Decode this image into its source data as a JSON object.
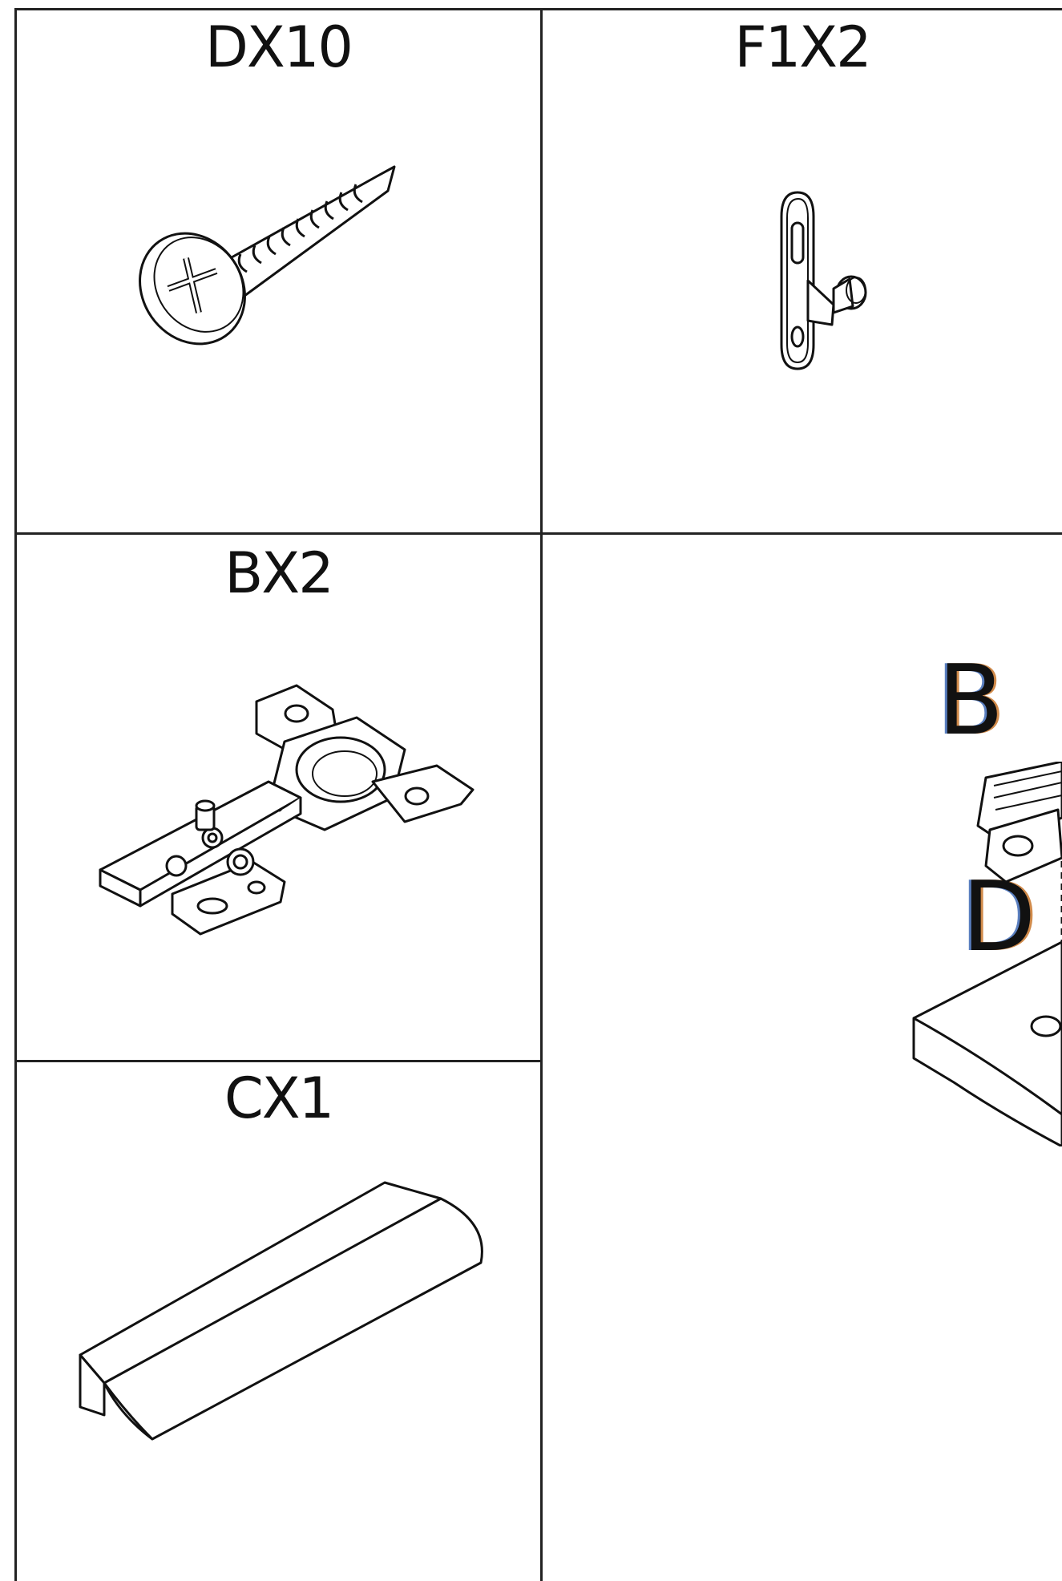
{
  "parts": [
    {
      "id": "dx10",
      "label": "DX10",
      "icon": "screw-icon"
    },
    {
      "id": "f1x2",
      "label": "F1X2",
      "icon": "shelf-support-icon"
    },
    {
      "id": "bx2",
      "label": "BX2",
      "icon": "hinge-icon"
    },
    {
      "id": "cx1",
      "label": "CX1",
      "icon": "handle-icon"
    }
  ],
  "assembly": {
    "callouts": [
      "B",
      "D"
    ],
    "icon": "assembly-diagram-icon"
  },
  "colors": {
    "line": "#222222",
    "background": "#ffffff"
  }
}
